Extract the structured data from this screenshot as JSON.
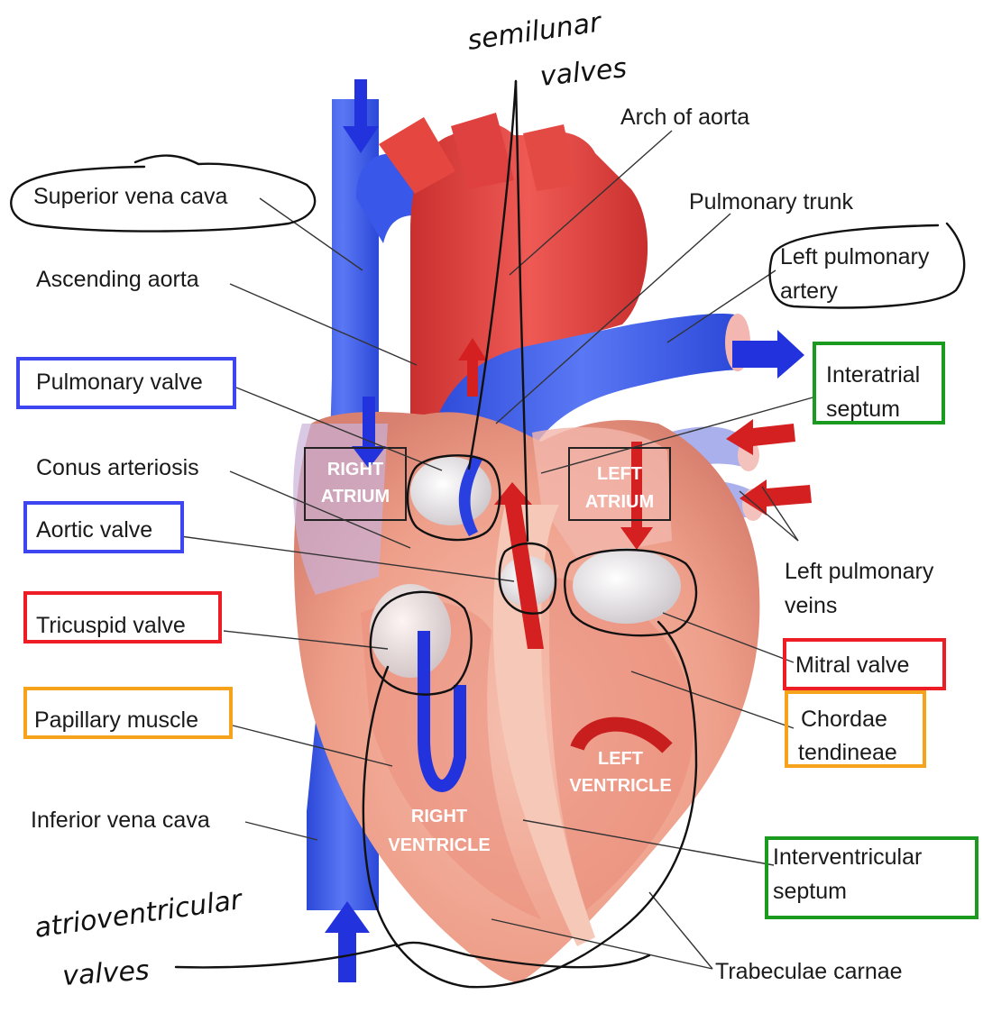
{
  "colors": {
    "deoxygenated": "#3a5cf0",
    "oxygenated": "#e0403f",
    "tissue": "#f0a895",
    "box_blue": "#3d45f0",
    "box_red": "#ee1c24",
    "box_orange": "#f7a21b",
    "box_green": "#1a9a1e",
    "ink": "#111111"
  },
  "labels": {
    "arch_of_aorta": "Arch of aorta",
    "superior_vena_cava": "Superior vena cava",
    "pulmonary_trunk": "Pulmonary trunk",
    "ascending_aorta": "Ascending aorta",
    "left_pulmonary_artery_1": "Left pulmonary",
    "left_pulmonary_artery_2": "artery",
    "pulmonary_valve": "Pulmonary valve",
    "interatrial_septum_1": "Interatrial",
    "interatrial_septum_2": "septum",
    "conus_arteriosis": "Conus arteriosis",
    "aortic_valve": "Aortic valve",
    "left_pulmonary_veins_1": "Left pulmonary",
    "left_pulmonary_veins_2": "veins",
    "tricuspid_valve": "Tricuspid valve",
    "mitral_valve": "Mitral valve",
    "papillary_muscle": "Papillary muscle",
    "chordae_tendineae_1": "Chordae",
    "chordae_tendineae_2": "tendineae",
    "inferior_vena_cava": "Inferior vena cava",
    "interventricular_septum_1": "Interventricular",
    "interventricular_septum_2": "septum",
    "trabeculae_carnae": "Trabeculae carnae"
  },
  "chambers": {
    "right_atrium_1": "RIGHT",
    "right_atrium_2": "ATRIUM",
    "left_atrium_1": "LEFT",
    "left_atrium_2": "ATRIUM",
    "left_ventricle_1": "LEFT",
    "left_ventricle_2": "VENTRICLE",
    "right_ventricle_1": "RIGHT",
    "right_ventricle_2": "VENTRICLE"
  },
  "handwriting": {
    "semilunar_1": "semilunar",
    "semilunar_2": "valves",
    "atrioventricular_1": "atrioventricular",
    "atrioventricular_2": "valves"
  }
}
